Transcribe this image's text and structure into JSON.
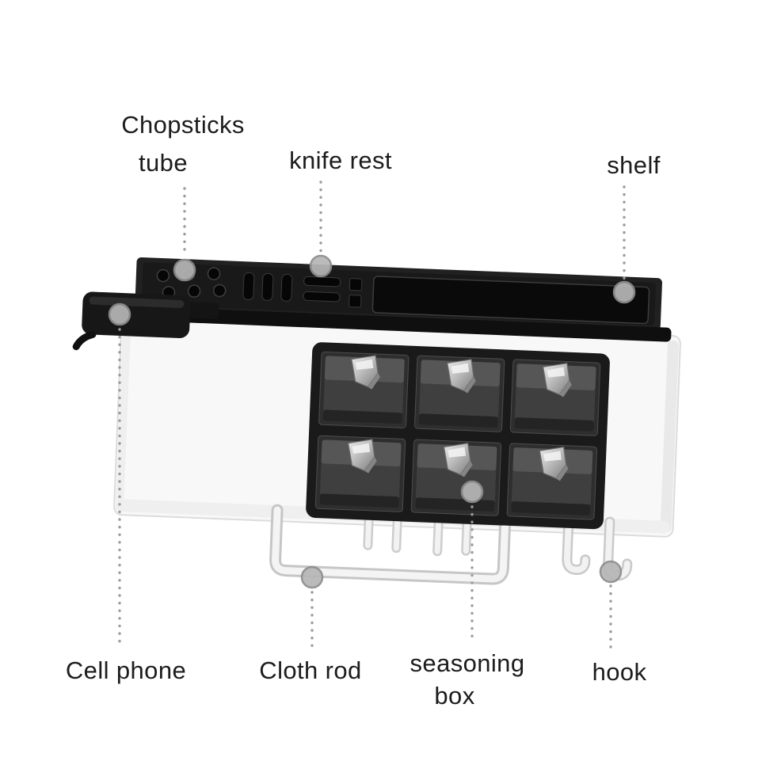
{
  "figure": {
    "colors": {
      "background": "#ffffff",
      "label_text": "#1c1c1c",
      "callout_line": "#9c9c9c",
      "marker_fill": "#b6b6b6",
      "marker_ring": "#8d8d8d",
      "product_black": "#1d1d1d",
      "product_white": "#f8f8f8",
      "drawer_dark": "#2e2e2e",
      "clip_silver": "#c9c9c9"
    },
    "callouts": {
      "chopsticks_tube": {
        "line1": "Chopsticks",
        "line2": "tube"
      },
      "knife_rest": {
        "label": "knife rest"
      },
      "shelf": {
        "label": "shelf"
      },
      "cell_phone": {
        "label": "Cell phone"
      },
      "cloth_rod": {
        "label": "Cloth rod"
      },
      "seasoning_box": {
        "line1": "seasoning",
        "line2": "box"
      },
      "hook": {
        "label": "hook"
      }
    }
  }
}
